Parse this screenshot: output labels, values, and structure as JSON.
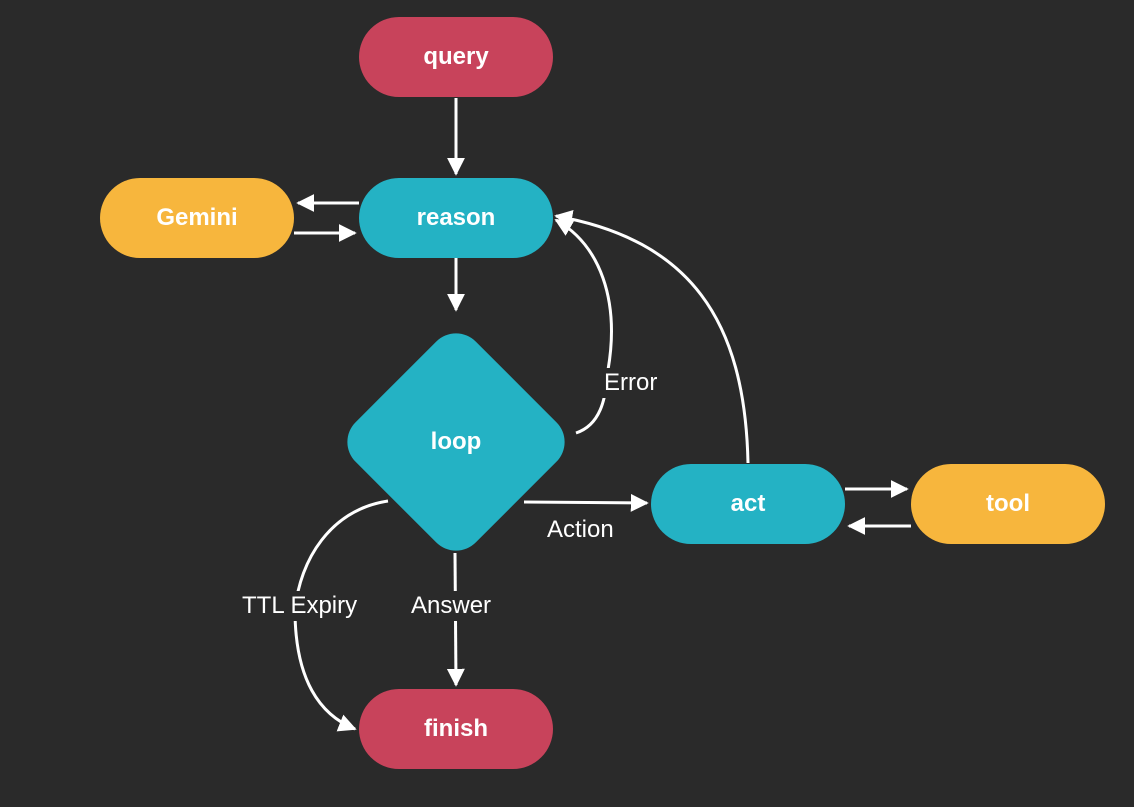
{
  "nodes": {
    "query": "query",
    "reason": "reason",
    "gemini": "Gemini",
    "loop": "loop",
    "act": "act",
    "tool": "tool",
    "finish": "finish"
  },
  "edge_labels": {
    "error": "Error",
    "action": "Action",
    "ttl_expiry": "TTL Expiry",
    "answer": "Answer"
  },
  "colors": {
    "background": "#2a2a2a",
    "terminal": "#c8435b",
    "process": "#24b2c4",
    "external": "#f7b63d",
    "edge": "#ffffff"
  }
}
